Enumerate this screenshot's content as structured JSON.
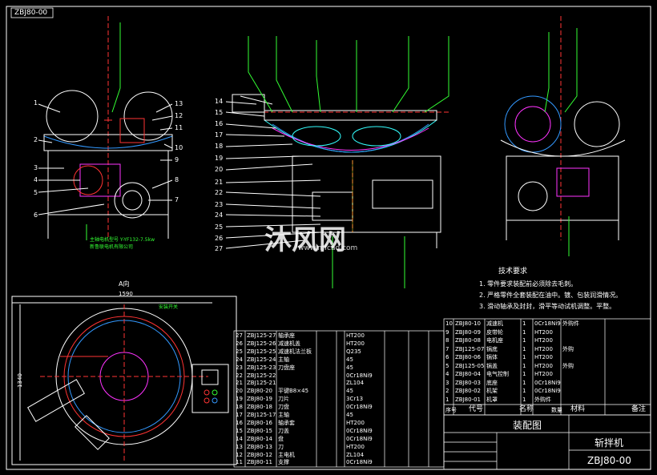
{
  "drawing": {
    "drawing_number_tag": "ZBJ80-00",
    "top_view_label": "A向",
    "section_label": "A",
    "dim_1": "1590",
    "dim_2": "1340",
    "left_view_numbers": [
      "1",
      "2",
      "3",
      "4",
      "5",
      "6"
    ],
    "right_of_left_view_numbers": [
      "13",
      "12",
      "11",
      "10",
      "9",
      "8",
      "7"
    ],
    "center_view_numbers": [
      "14",
      "15",
      "16",
      "17",
      "18",
      "19",
      "20",
      "21",
      "22",
      "23",
      "24",
      "25",
      "26",
      "27"
    ],
    "notes_title": "技术要求",
    "notes": [
      "1. 零件要求装配前必须除去毛刺。",
      "2. 严格零件全套装配在油中。镀、包装润滑情况。",
      "3. 滑动轴承及封封，滑平等动试机调整。平整。"
    ],
    "motor_note": "主轴电机型号 Y-YF132-7.5kw",
    "motor_note_2": "新鲁联电机有限公司",
    "top_view_tag": "安装开关"
  },
  "parts_table_left": {
    "rows": [
      [
        "27",
        "ZBJ125-27",
        "轴承座",
        "",
        "",
        "HT200"
      ],
      [
        "26",
        "ZBJ125-26",
        "减速机盖",
        "",
        "",
        "HT200"
      ],
      [
        "25",
        "ZBJ125-25",
        "减速机法兰板",
        "",
        "",
        "Q235"
      ],
      [
        "24",
        "ZBJ125-24",
        "主轴",
        "",
        "",
        "45"
      ],
      [
        "23",
        "ZBJ125-23",
        "刀盘座",
        "",
        "",
        "45"
      ],
      [
        "22",
        "ZBJ125-22",
        "",
        "",
        "",
        "0Cr18Ni9"
      ],
      [
        "21",
        "ZBJ125-21",
        "",
        "",
        "",
        "ZL104"
      ],
      [
        "20",
        "ZBJ80-20",
        "平键B8×45",
        "",
        "",
        "45"
      ],
      [
        "19",
        "ZBJ80-19",
        "刀片",
        "",
        "",
        "3Cr13"
      ],
      [
        "18",
        "ZBJ80-18",
        "刀盘",
        "",
        "",
        "0Cr18Ni9"
      ],
      [
        "17",
        "ZBJ125-17",
        "主轴",
        "",
        "",
        "45"
      ],
      [
        "16",
        "ZBJ80-16",
        "轴承套",
        "",
        "",
        "HT200"
      ],
      [
        "15",
        "ZBJ80-15",
        "刀盖",
        "",
        "",
        "0Cr18Ni9"
      ],
      [
        "14",
        "ZBJ80-14",
        "盘",
        "",
        "",
        "0Cr18Ni9"
      ],
      [
        "13",
        "ZBJ80-13",
        "刀",
        "",
        "",
        "HT200"
      ],
      [
        "12",
        "ZBJ80-12",
        "主电机",
        "",
        "",
        "ZL104"
      ],
      [
        "11",
        "ZBJ80-11",
        "支撑",
        "",
        "",
        "0Cr18Ni9"
      ]
    ]
  },
  "parts_table_right": {
    "rows": [
      [
        "10",
        "ZBJ80-10",
        "减速机",
        "1",
        "0Cr18Ni9",
        "外购件"
      ],
      [
        "9",
        "ZBJ80-09",
        "皮带轮",
        "1",
        "HT200",
        ""
      ],
      [
        "8",
        "ZBJ80-08",
        "电机座",
        "1",
        "HT200",
        ""
      ],
      [
        "7",
        "ZBJ125-07",
        "锅底",
        "1",
        "HT200",
        "外购"
      ],
      [
        "6",
        "ZBJ80-06",
        "锅体",
        "1",
        "HT200",
        ""
      ],
      [
        "5",
        "ZBJ125-05",
        "锅盖",
        "1",
        "HT200",
        "外购"
      ],
      [
        "4",
        "ZBJ80-04",
        "电气控制",
        "1",
        "HT200",
        ""
      ],
      [
        "3",
        "ZBJ80-03",
        "底座",
        "1",
        "0Cr18Ni9",
        ""
      ],
      [
        "2",
        "ZBJ80-02",
        "机架",
        "1",
        "0Cr18Ni9",
        ""
      ],
      [
        "1",
        "ZBJ80-01",
        "机罩",
        "1",
        "外购件",
        ""
      ]
    ],
    "header": [
      "序号",
      "代号",
      "名称",
      "数量",
      "材料",
      "备注"
    ]
  },
  "title_block": {
    "assembly": "装配图",
    "product": "斩拌机",
    "drawing_no": "ZBJ80-00"
  },
  "watermark": {
    "text": "沐风网",
    "url": "www.mfcad.com"
  },
  "colors": {
    "background": "#000000",
    "line": "#ffffff",
    "leader": "#33ff33",
    "part_red": "#ff3333",
    "part_blue": "#3399ff",
    "part_magenta": "#ff33ff",
    "part_yellow": "#ffff33",
    "part_cyan": "#33ffff"
  }
}
